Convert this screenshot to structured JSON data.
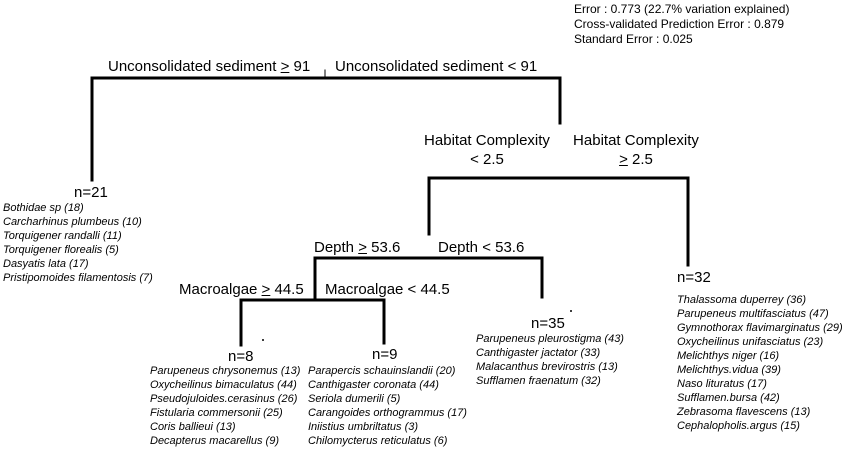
{
  "stats": {
    "error": "Error :  0.773 (22.7% variation explained)",
    "cv_error": "Cross-validated Prediction Error :  0.879",
    "std_error": "Standard Error :  0.025"
  },
  "splits": {
    "root_left": {
      "pre": "Unconsolidated sediment ",
      "op": ">",
      "post": " 91"
    },
    "root_right": "Unconsolidated sediment < 91",
    "hc_left_line1": "Habitat Complexity",
    "hc_left_line2": "< 2.5",
    "hc_right_line1": "Habitat Complexity",
    "hc_right_op": ">",
    "hc_right_val": " 2.5",
    "depth_left": {
      "pre": "Depth ",
      "op": ">",
      "post": " 53.6"
    },
    "depth_right": "Depth < 53.6",
    "macro_left": {
      "pre": "Macroalgae ",
      "op": ">",
      "post": " 44.5"
    },
    "macro_right": "Macroalgae < 44.5"
  },
  "leaves": [
    {
      "n": "n=21",
      "species": [
        "Bothidae sp (18)",
        "Carcharhinus plumbeus (10)",
        "Torquigener randalli  (11)",
        "Torquigener florealis  (5)",
        "Dasyatis lata (17)",
        "Pristipomoides  filamentosis (7)"
      ]
    },
    {
      "n": "n=8",
      "species": [
        "Parupeneus chrysonemus (13)",
        "Oxycheilinus bimaculatus  (44)",
        "Pseudojuloides.cerasinus (26)",
        "Fistularia commersonii  (25)",
        "Coris ballieui (13)",
        "Decapterus macarellus  (9)"
      ]
    },
    {
      "n": "n=9",
      "species": [
        "Parapercis schauinslandii  (20)",
        "Canthigaster coronata (44)",
        "Seriola dumerili  (5)",
        "Carangoides orthogrammus  (17)",
        "Iniistius umbriltatus  (3)",
        "Chilomycterus reticulatus  (6)"
      ]
    },
    {
      "n": "n=35",
      "species": [
        "Parupeneus pleurostigma (43)",
        "Canthigaster jactator (33)",
        "Malacanthus brevirostris (13)",
        "Sufflamen fraenatum (32)"
      ]
    },
    {
      "n": "n=32",
      "species": [
        "Thalassoma duperrey  (36)",
        "Parupeneus multifasciatus  (47)",
        "Gymnothorax flavimarginatus  (29)",
        "Oxycheilinus unifasciatus  (23)",
        "Melichthys niger  (16)",
        "Melichthys.vidua  (39)",
        "Naso lituratus  (17)",
        "Sufflamen.bursa  (42)",
        "Zebrasoma flavescens  (13)",
        "Cephalopholis.argus (15)"
      ]
    }
  ]
}
